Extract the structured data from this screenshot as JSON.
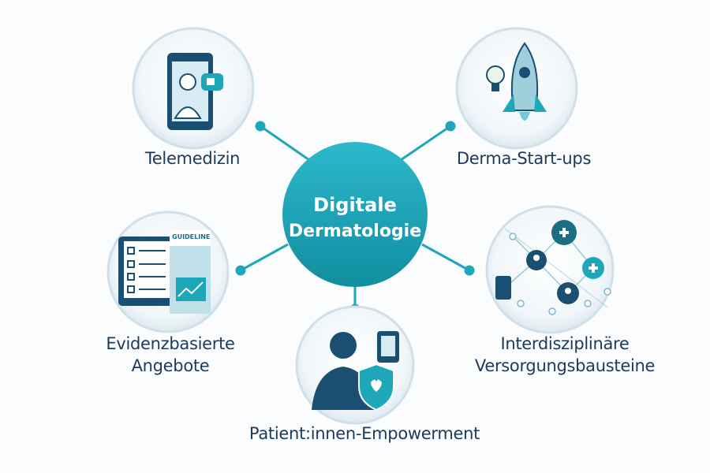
{
  "center": {
    "line1": "Digitale",
    "line2": "Dermatologie"
  },
  "nodes": [
    {
      "label": "Telemedizin",
      "icon": "smartphone-doctor-video-icon"
    },
    {
      "label": "Derma-Start-ups",
      "icon": "rocket-lightbulb-icon"
    },
    {
      "label_lines": [
        "Evidenzbasierte",
        "Angebote"
      ],
      "icon": "tablet-checklist-guideline-icon",
      "badge": "GUIDELINE"
    },
    {
      "label_lines": [
        "Interdisziplinäre",
        "Versorgungsbausteine"
      ],
      "icon": "care-network-icon"
    },
    {
      "label": "Patient:innen-Empowerment",
      "icon": "patient-shield-icon"
    }
  ],
  "colors": {
    "accent": "#1ea7b8",
    "dark": "#1b4f72",
    "text": "#1b3a5c",
    "halo": "#e6f0f5"
  }
}
